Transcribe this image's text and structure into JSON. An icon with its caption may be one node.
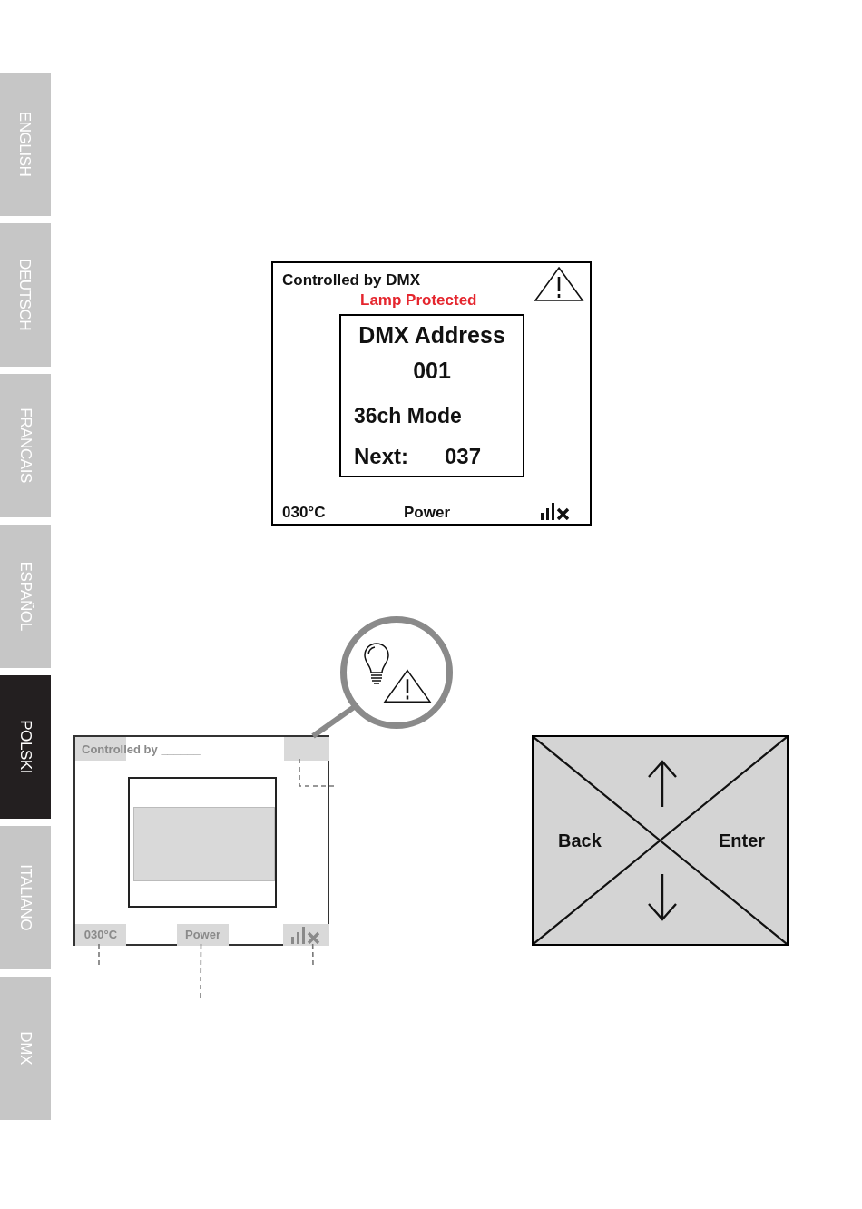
{
  "diagram": {
    "nodes": [
      {
        "text": [
          "Controlled by DMX",
          "Lamp Protected",
          "030°C",
          "Power"
        ]
      },
      {
        "text": [
          "DMX Address",
          "001"
        ],
        "in": 0
      },
      {
        "text": [
          "36ch Mode"
        ],
        "in": 0
      },
      {
        "text": [
          "Next:",
          "037"
        ],
        "in": 0
      },
      {
        "text": [
          "Controlled by ______"
        ]
      },
      {
        "text": [],
        "shape": "box",
        "in": 4
      },
      {
        "text": [],
        "shape": "box",
        "in": 4
      },
      {
        "text": [],
        "shape": "box",
        "in": 4
      },
      {
        "text": [],
        "shape": "box",
        "in": 7
      },
      {
        "text": [
          "030°C"
        ],
        "in": 4
      },
      {
        "text": [
          "Power"
        ],
        "in": 4
      },
      {
        "text": [],
        "shape": "box",
        "in": 4
      },
      {
        "text": [],
        "shape": "circle"
      },
      {
        "text": [
          "Back",
          "Enter"
        ]
      },
      {
        "text": [
          "ENGLISH"
        ]
      },
      {
        "text": [
          "DEUTSCH"
        ]
      },
      {
        "text": [
          "FRANCAIS"
        ]
      },
      {
        "text": [
          "ESPAÑOL"
        ]
      },
      {
        "text": [
          "POLSKI"
        ]
      },
      {
        "text": [
          "ITALIANO"
        ]
      },
      {
        "text": [
          "DMX"
        ]
      }
    ],
    "edges": [
      {
        "from": 12,
        "to": 6,
        "arrow": "none",
        "style": "thick"
      },
      {
        "from": 6,
        "to": null,
        "arrow": "none",
        "style": "dashed"
      },
      {
        "from": 9,
        "to": null,
        "arrow": "none",
        "style": "dashed"
      },
      {
        "from": 10,
        "to": null,
        "arrow": "none",
        "style": "dashed"
      },
      {
        "from": 11,
        "to": null,
        "arrow": "none",
        "style": "dashed"
      }
    ]
  }
}
